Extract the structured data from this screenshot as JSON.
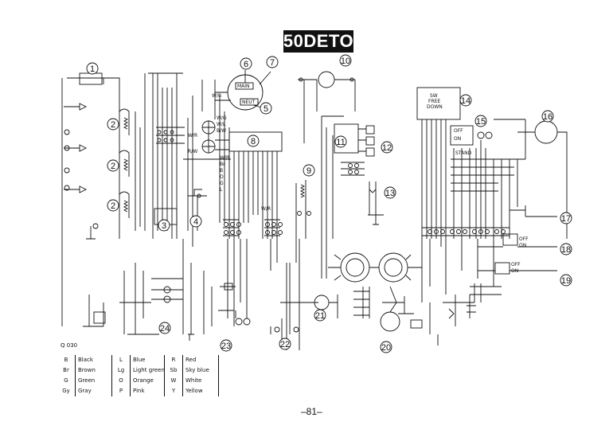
{
  "title": "50DETO",
  "diagram_code": "Q 030",
  "page_number": "–81–",
  "component_numbers": [
    "1",
    "2",
    "2",
    "2",
    "3",
    "4",
    "5",
    "6",
    "7",
    "8",
    "9",
    "10",
    "11",
    "12",
    "13",
    "14",
    "15",
    "16",
    "17",
    "18",
    "19",
    "20",
    "21",
    "22",
    "23",
    "24"
  ],
  "wire_labels": {
    "w_r_a": "W/R",
    "w_g": "W/G",
    "w_l": "W/L",
    "b_w": "B/W",
    "w_r_b": "W/R",
    "r_w": "R/W",
    "w_r_c": "W/R",
    "w_b": "W/B",
    "br": "Br",
    "bb": "B",
    "oo": "O",
    "gg": "G",
    "ll": "L"
  },
  "switch_labels": {
    "main": "MAIN",
    "neut": "NEUT",
    "sw_free_down": "SW\nFREE\nDOWN",
    "stand": "STAND",
    "off_a": "OFF",
    "on_a": "ON",
    "off_b": "OFF",
    "on_b": "ON",
    "off_c": "OFF",
    "on_c": "ON"
  },
  "legend": [
    {
      "code": "B",
      "color": "Black"
    },
    {
      "code": "Br",
      "color": "Brown"
    },
    {
      "code": "G",
      "color": "Green"
    },
    {
      "code": "Gy",
      "color": "Gray"
    },
    {
      "code": "L",
      "color": "Blue"
    },
    {
      "code": "Lg",
      "color": "Light green"
    },
    {
      "code": "O",
      "color": "Orange"
    },
    {
      "code": "P",
      "color": "Pink"
    },
    {
      "code": "R",
      "color": "Red"
    },
    {
      "code": "Sb",
      "color": "Sky blue"
    },
    {
      "code": "W",
      "color": "White"
    },
    {
      "code": "Y",
      "color": "Yellow"
    }
  ]
}
